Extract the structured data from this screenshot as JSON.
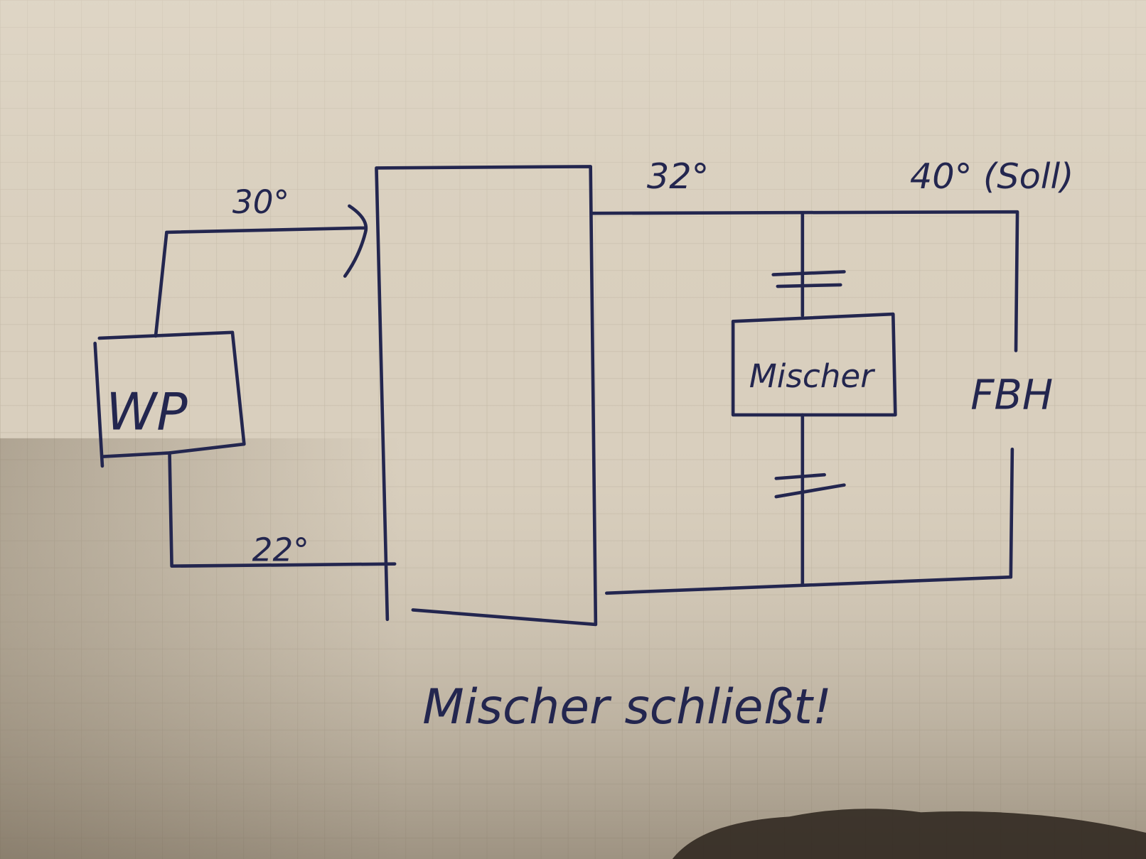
{
  "diagram": {
    "heat_pump_label": "WP",
    "supply_temp_label": "30°",
    "return_temp_label": "22°",
    "buffer_out_temp_label": "32°",
    "target_temp_label": "40° (Soll)",
    "mixer_label": "Mischer",
    "floor_heating_label": "FBH",
    "caption": "Mischer schließt!"
  },
  "colors": {
    "paper": "#d9cfbe",
    "ink": "#23264f"
  }
}
